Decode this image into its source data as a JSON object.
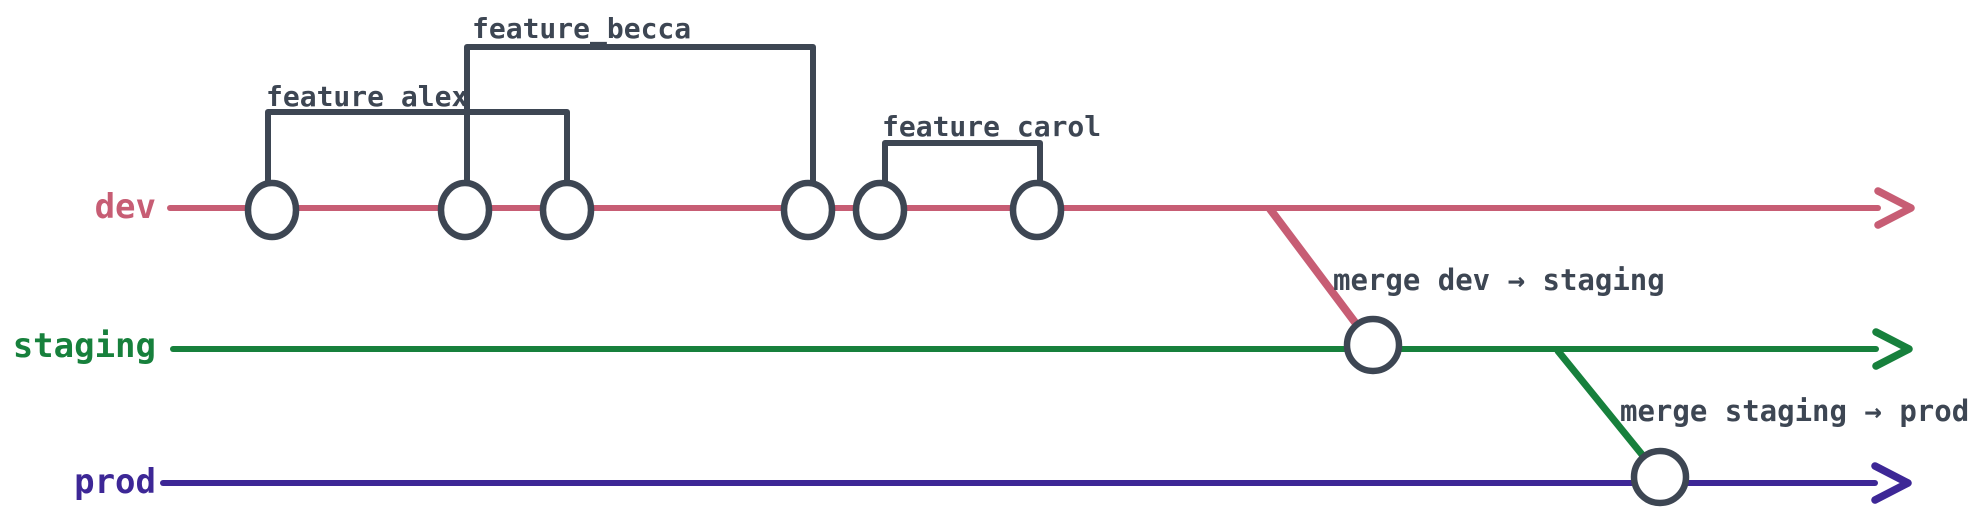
{
  "background": "#ffffff",
  "ink": "#3d4653",
  "node_fill": "#ffffff",
  "branches": [
    {
      "name": "dev",
      "color": "#c75d74",
      "commits": 6
    },
    {
      "name": "staging",
      "color": "#17803c",
      "commits": 1
    },
    {
      "name": "prod",
      "color": "#3d2796",
      "commits": 1
    }
  ],
  "features": [
    {
      "name": "feature_alex"
    },
    {
      "name": "feature_becca"
    },
    {
      "name": "feature_carol"
    }
  ],
  "merges": [
    {
      "label": "merge dev → staging"
    },
    {
      "label": "merge staging → prod"
    }
  ]
}
